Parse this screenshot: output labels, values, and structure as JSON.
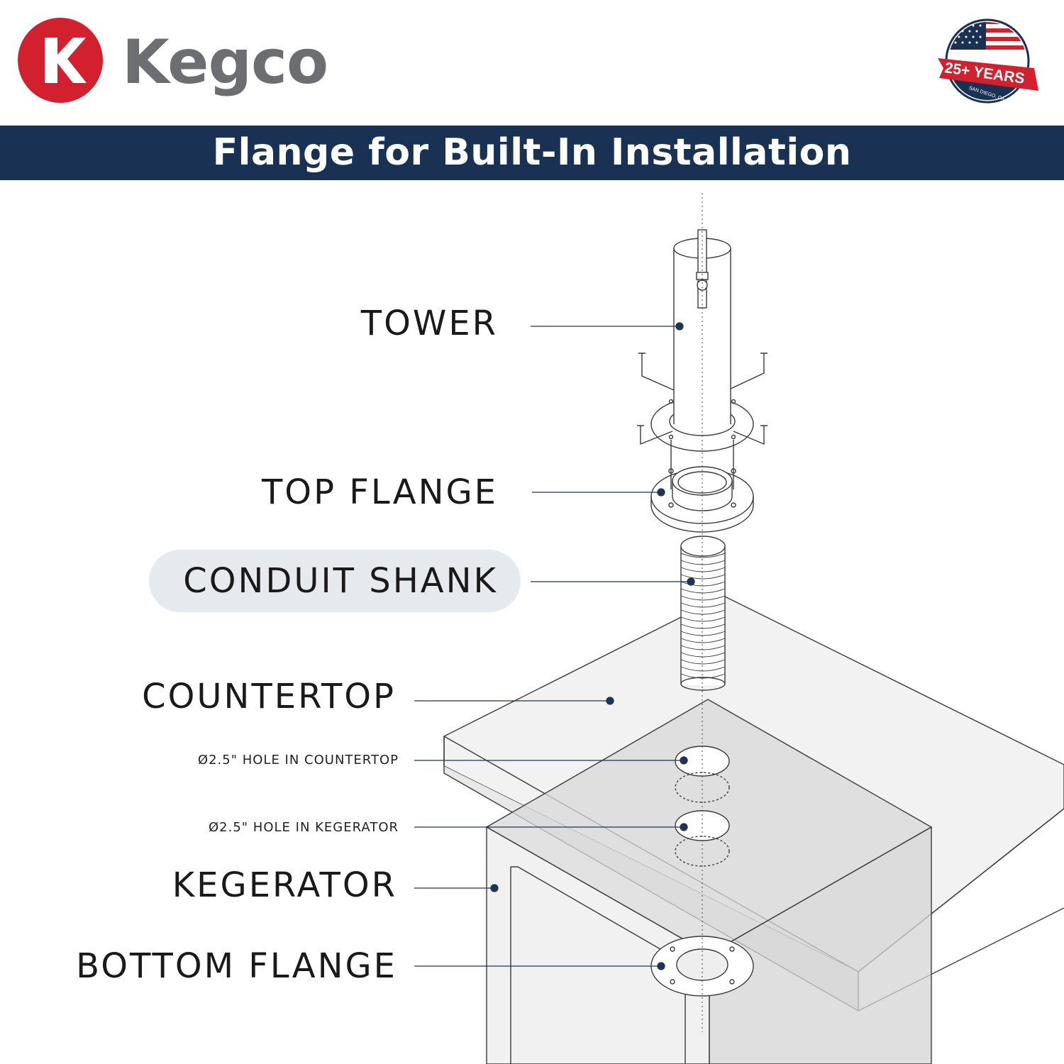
{
  "brand": {
    "name": "Kegco",
    "logo_letter": "K",
    "brand_red": "#d2202f",
    "brand_gray": "#6d6e71"
  },
  "seal": {
    "text": "25+ YEARS",
    "location": "SAN DIEGO, CA",
    "stars": "★★★★★",
    "navy": "#193153",
    "red": "#d2202f"
  },
  "banner": {
    "title": "Flange for Built-In Installation",
    "color": "#193153"
  },
  "labels": {
    "tower": "TOWER",
    "top_flange": "TOP FLANGE",
    "conduit_shank": "CONDUIT SHANK",
    "countertop": "COUNTERTOP",
    "hole_countertop": "Ø2.5\" HOLE IN COUNTERTOP",
    "hole_kegerator": "Ø2.5\" HOLE IN KEGERATOR",
    "kegerator": "KEGERATOR",
    "bottom_flange": "BOTTOM FLANGE"
  },
  "leader_color": "#1d3557",
  "highlighted_part": "conduit_shank"
}
